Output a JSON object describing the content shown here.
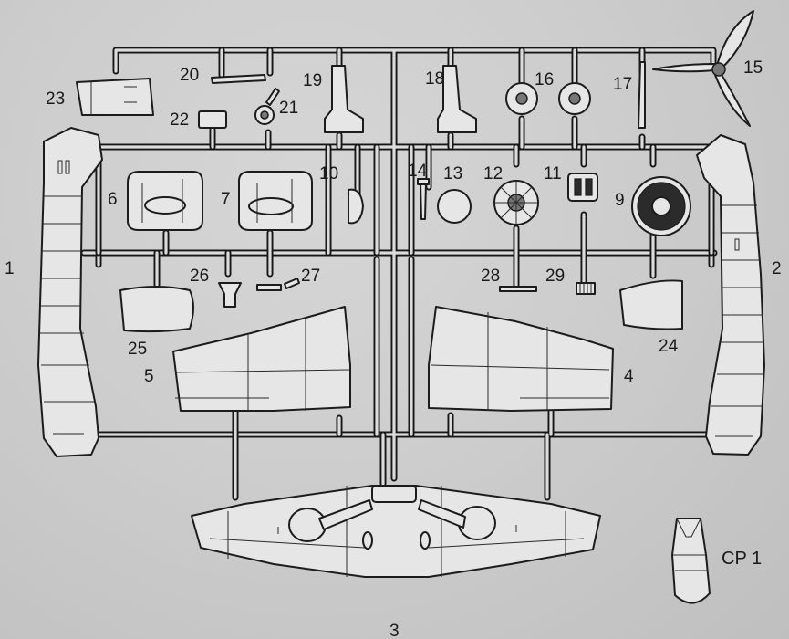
{
  "sprue": {
    "parts": [
      {
        "number": "1",
        "name": "fuselage-half-left"
      },
      {
        "number": "2",
        "name": "fuselage-half-right"
      },
      {
        "number": "3",
        "name": "lower-wing"
      },
      {
        "number": "4",
        "name": "upper-wing-right"
      },
      {
        "number": "5",
        "name": "upper-wing-left"
      },
      {
        "number": "6",
        "name": "tailplane-left"
      },
      {
        "number": "7",
        "name": "tailplane-right"
      },
      {
        "number": "9",
        "name": "engine-cowling-front"
      },
      {
        "number": "10",
        "name": "small-fairing"
      },
      {
        "number": "11",
        "name": "exhaust-block"
      },
      {
        "number": "12",
        "name": "radial-engine"
      },
      {
        "number": "13",
        "name": "disc-part"
      },
      {
        "number": "14",
        "name": "small-pin"
      },
      {
        "number": "15",
        "name": "propeller"
      },
      {
        "number": "16",
        "name": "main-wheel-right"
      },
      {
        "number": "17",
        "name": "tail-strut"
      },
      {
        "number": "18",
        "name": "landing-gear-leg-right"
      },
      {
        "number": "19",
        "name": "landing-gear-leg-left"
      },
      {
        "number": "20",
        "name": "gun-barrel"
      },
      {
        "number": "21",
        "name": "tail-wheel"
      },
      {
        "number": "22",
        "name": "small-block"
      },
      {
        "number": "23",
        "name": "seat"
      },
      {
        "number": "24",
        "name": "cowling-panel-right"
      },
      {
        "number": "25",
        "name": "cowling-panel-left"
      },
      {
        "number": "26",
        "name": "control-stick-base"
      },
      {
        "number": "27",
        "name": "small-struts"
      },
      {
        "number": "28",
        "name": "thin-rod"
      },
      {
        "number": "29",
        "name": "comb-part"
      }
    ],
    "canopy_label": "CP 1"
  }
}
